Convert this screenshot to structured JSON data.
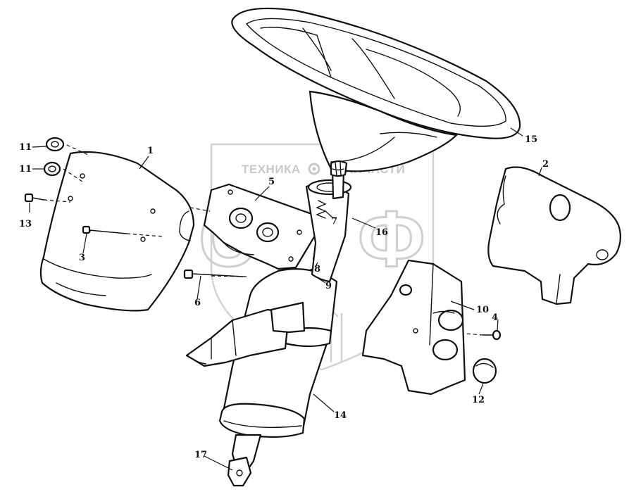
{
  "watermark": {
    "left_word": "ТЕХНИКА",
    "right_word": "ЗАПЧАСТИ",
    "letters": [
      "С",
      "П",
      "Ф"
    ]
  },
  "callouts": {
    "1": "1",
    "2": "2",
    "3": "3",
    "4": "4",
    "5": "5",
    "6": "6",
    "7": "7",
    "8": "8",
    "9": "9",
    "10": "10",
    "11a": "11",
    "11b": "11",
    "12": "12",
    "13": "13",
    "14": "14",
    "15": "15",
    "16": "16",
    "17": "17"
  }
}
